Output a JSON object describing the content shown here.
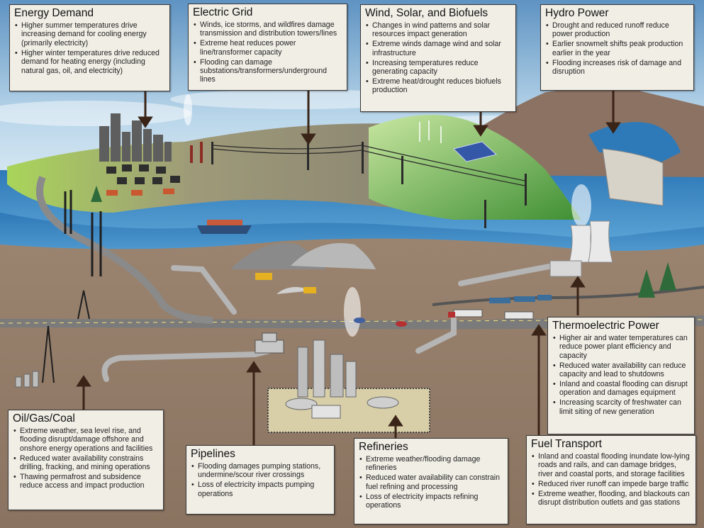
{
  "boxes": [
    {
      "id": "energy-demand",
      "title": "Energy Demand",
      "items": [
        "Higher summer temperatures drive increasing demand for cooling energy (primarily electricity)",
        "Higher winter temperatures drive reduced demand for heating energy (including natural gas, oil, and electricity)"
      ]
    },
    {
      "id": "electric-grid",
      "title": "Electric Grid",
      "items": [
        "Winds, ice storms, and wildfires damage transmission and distribution towers/lines",
        "Extreme heat reduces power line/transformer capacity",
        "Flooding can damage substations/transformers/underground lines"
      ]
    },
    {
      "id": "wind-solar-biofuels",
      "title": "Wind, Solar, and Biofuels",
      "items": [
        "Changes in wind patterns and solar resources impact generation",
        "Extreme winds damage wind and solar infrastructure",
        "Increasing temperatures reduce generating capacity",
        "Extreme heat/drought reduces biofuels production"
      ]
    },
    {
      "id": "hydro-power",
      "title": "Hydro Power",
      "items": [
        "Drought and reduced runoff reduce power production",
        "Earlier snowmelt shifts peak production earlier in the year",
        "Flooding increases risk of damage and disruption"
      ]
    },
    {
      "id": "thermoelectric-power",
      "title": "Thermoelectric Power",
      "items": [
        "Higher air and water temperatures can reduce power plant efficiency and capacity",
        "Reduced water availability can reduce capacity and lead to shutdowns",
        "Inland and coastal flooding can disrupt operation and damages equipment",
        "Increasing scarcity of freshwater can limit siting of new generation"
      ]
    },
    {
      "id": "oil-gas-coal",
      "title": "Oil/Gas/Coal",
      "items": [
        "Extreme weather, sea level rise, and flooding disrupt/damage offshore and onshore energy operations and facilities",
        "Reduced water availability constrains drilling, fracking, and mining operations",
        "Thawing permafrost and subsidence reduce access and impact production"
      ]
    },
    {
      "id": "pipelines",
      "title": "Pipelines",
      "items": [
        "Flooding damages pumping stations, undermine/scour river crossings",
        "Loss of electricity impacts pumping operations"
      ]
    },
    {
      "id": "refineries",
      "title": "Refineries",
      "items": [
        "Extreme weather/flooding damage refineries",
        "Reduced water availability can constrain fuel refining and processing",
        "Loss of electricity impacts refining operations"
      ]
    },
    {
      "id": "fuel-transport",
      "title": "Fuel Transport",
      "items": [
        "Inland and coastal flooding inundate low-lying roads and rails, and can damage bridges, river and coastal ports, and storage facilities",
        "Reduced river runoff can impede barge traffic",
        "Extreme weather, flooding, and blackouts can disrupt distribution outlets and gas stations"
      ]
    }
  ]
}
